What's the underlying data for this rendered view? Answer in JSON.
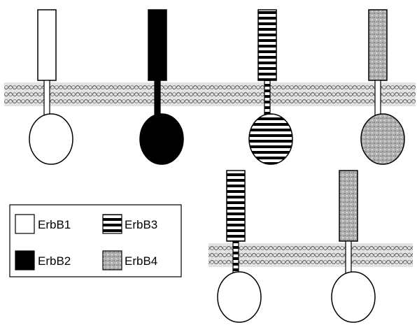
{
  "legend": {
    "items": [
      {
        "id": "erbb1",
        "label": "ErbB1",
        "fill": "#ffffff"
      },
      {
        "id": "erbb2",
        "label": "ErbB2",
        "fill": "#000000"
      },
      {
        "id": "erbb3",
        "label": "ErbB3",
        "fill": "stripes"
      },
      {
        "id": "erbb4",
        "label": "ErbB4",
        "fill": "#aaaaaa"
      }
    ]
  },
  "receptors": {
    "monomers": [
      "ErbB1",
      "ErbB2",
      "ErbB3",
      "ErbB4"
    ],
    "heterodimer": [
      {
        "intracellular": "ErbB3",
        "extracellular": "ErbB1"
      },
      {
        "intracellular": "ErbB4",
        "extracellular": "ErbB1"
      }
    ]
  },
  "colors": {
    "outline": "#000000",
    "membrane_fill": "#d4d4d4",
    "erbb4_grey": "#aaaaaa"
  }
}
